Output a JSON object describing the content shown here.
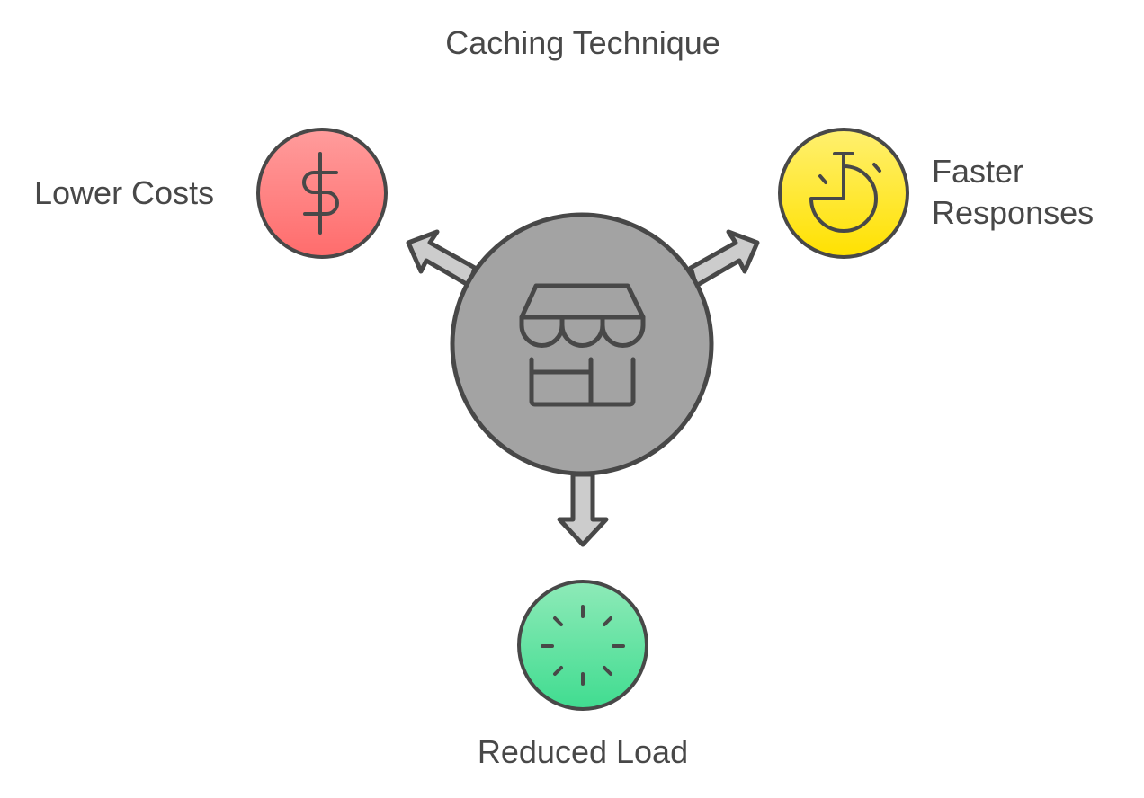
{
  "title": "Caching Technique",
  "center": {
    "name": "Caching Technique",
    "icon": "storefront-icon",
    "fill": "#a3a3a3"
  },
  "outcomes": [
    {
      "label": "Lower Costs",
      "icon": "dollar-icon",
      "fill_top": "#ff9c9c",
      "fill_bottom": "#ff6c6c"
    },
    {
      "label": "Faster Responses",
      "icon": "stopwatch-icon",
      "fill_top": "#fff070",
      "fill_bottom": "#ffe100"
    },
    {
      "label": "Reduced Load",
      "icon": "loading-spinner-icon",
      "fill_top": "#8eeab8",
      "fill_bottom": "#40dc90"
    }
  ],
  "colors": {
    "stroke": "#484848",
    "arrow_fill": "#cccccc",
    "text": "#484848"
  }
}
